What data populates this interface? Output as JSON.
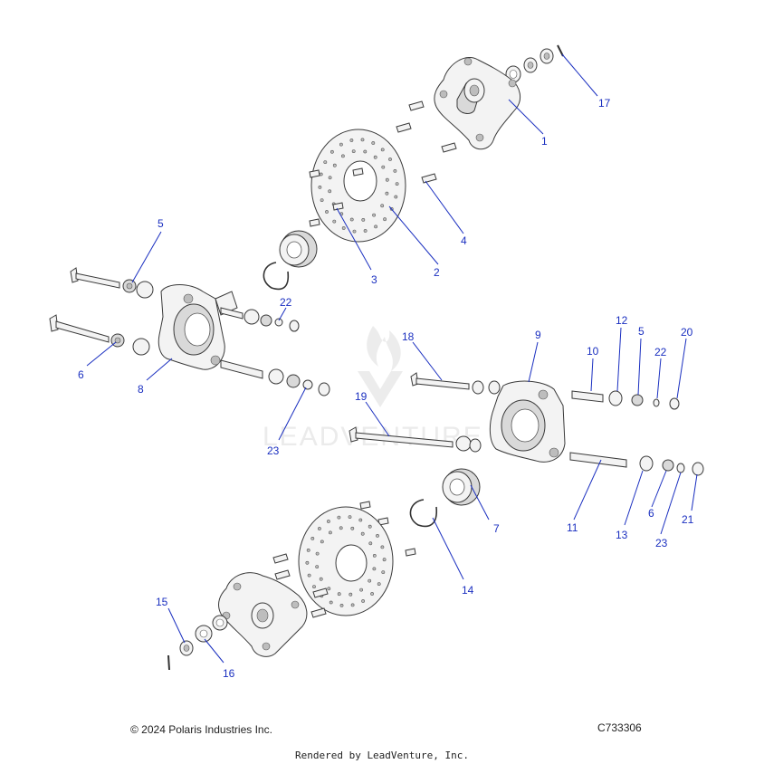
{
  "footer": {
    "copyright": "© 2024 Polaris Industries Inc.",
    "diagram_id": "C733306",
    "rendered_by": "Rendered by LeadVenture, Inc."
  },
  "watermark": {
    "text": "LEADVENTURE"
  },
  "callouts": {
    "c1": "1",
    "c2": "2",
    "c3": "3",
    "c4": "4",
    "c5a": "5",
    "c5b": "5",
    "c6a": "6",
    "c6b": "6",
    "c7": "7",
    "c8": "8",
    "c9": "9",
    "c10": "10",
    "c11": "11",
    "c12": "12",
    "c13": "13",
    "c14": "14",
    "c15": "15",
    "c16": "16",
    "c17": "17",
    "c18": "18",
    "c19": "19",
    "c20": "20",
    "c21": "21",
    "c22a": "22",
    "c22b": "22",
    "c23a": "23",
    "c23b": "23"
  },
  "colors": {
    "callout": "#1a2fc0",
    "line_art": "#3a3a3a",
    "watermark": "#ebebeb"
  }
}
